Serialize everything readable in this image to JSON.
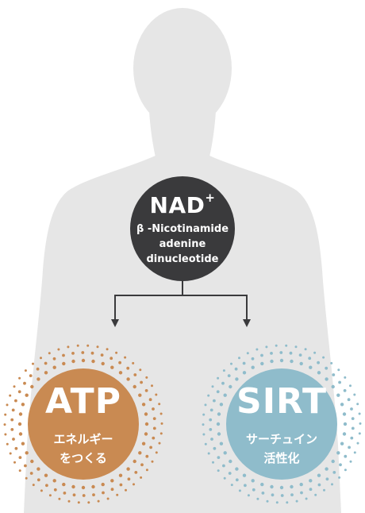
{
  "colors": {
    "background": "#ffffff",
    "silhouette": "#e6e6e6",
    "nad_circle": "#3a3a3c",
    "atp_circle": "#c98a52",
    "sirt_circle": "#8fbccb",
    "arrow": "#3a3a3c",
    "text": "#ffffff"
  },
  "nad": {
    "title": "NAD",
    "superscript": "+",
    "line1": "β -Nicotinamide",
    "line2": "adenine",
    "line3": "dinucleotide"
  },
  "atp": {
    "title": "ATP",
    "line1": "エネルギー",
    "line2": "をつくる"
  },
  "sirt": {
    "title": "SIRT",
    "line1": "サーチュイン",
    "line2": "活性化"
  }
}
